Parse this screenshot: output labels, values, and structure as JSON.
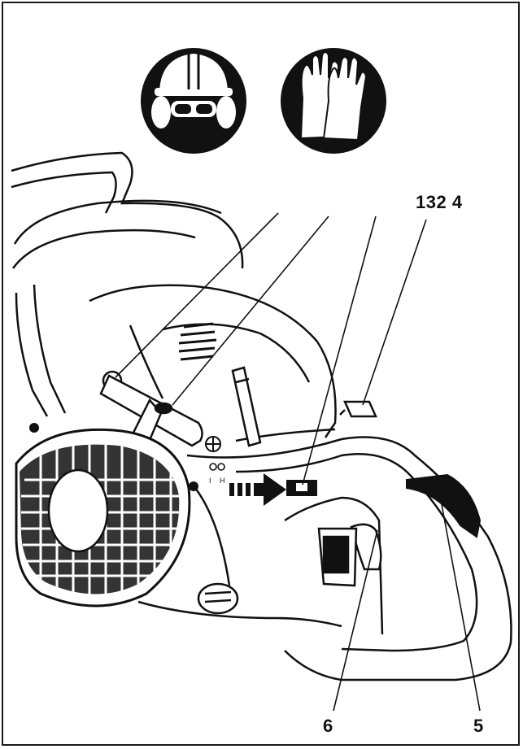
{
  "callouts": {
    "top_group": "132 4",
    "left_bottom": "6",
    "right_bottom": "5"
  },
  "icons": {
    "ppe_head": "helmet-goggles-earmuffs-icon",
    "ppe_hands": "protective-gloves-icon"
  },
  "switch_marks": {
    "left": "I",
    "right": "H"
  },
  "colors": {
    "ink": "#111111",
    "paper": "#ffffff"
  }
}
